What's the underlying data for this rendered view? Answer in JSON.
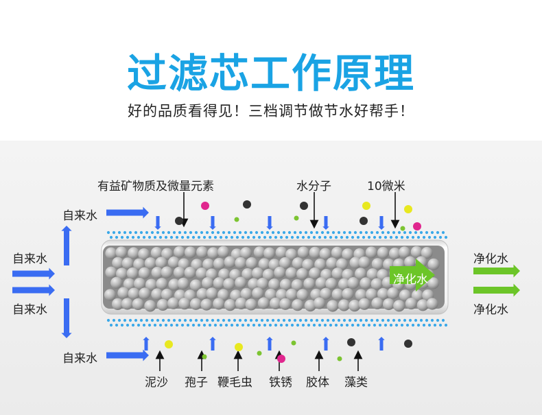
{
  "title": "过滤芯工作原理",
  "subtitle": "好的品质看得见！三档调节做节水好帮手！",
  "labels": {
    "minerals": "有益矿物质及微量元素",
    "water_molecule": "水分子",
    "ten_micron": "10微米",
    "tap_water_top": "自来水",
    "tap_water_left1": "自来水",
    "tap_water_left2": "自来水",
    "tap_water_bottom": "自来水",
    "pure_water_inner": "净化水",
    "pure_water_right1": "净化水",
    "pure_water_right2": "净化水",
    "silt": "泥沙",
    "spores": "孢子",
    "flagellates": "鞭毛虫",
    "rust": "铁锈",
    "colloid": "胶体",
    "algae": "藻类"
  },
  "colors": {
    "title": "#1aa3e4",
    "flow_arrow": "#3a6cf2",
    "pure_arrow": "#6cc528",
    "dot_magenta": "#e0268e",
    "dot_yellow": "#e8e820",
    "dot_green": "#7cc431",
    "dot_black": "#333333",
    "membrane_dots": "#3aa8e8"
  }
}
